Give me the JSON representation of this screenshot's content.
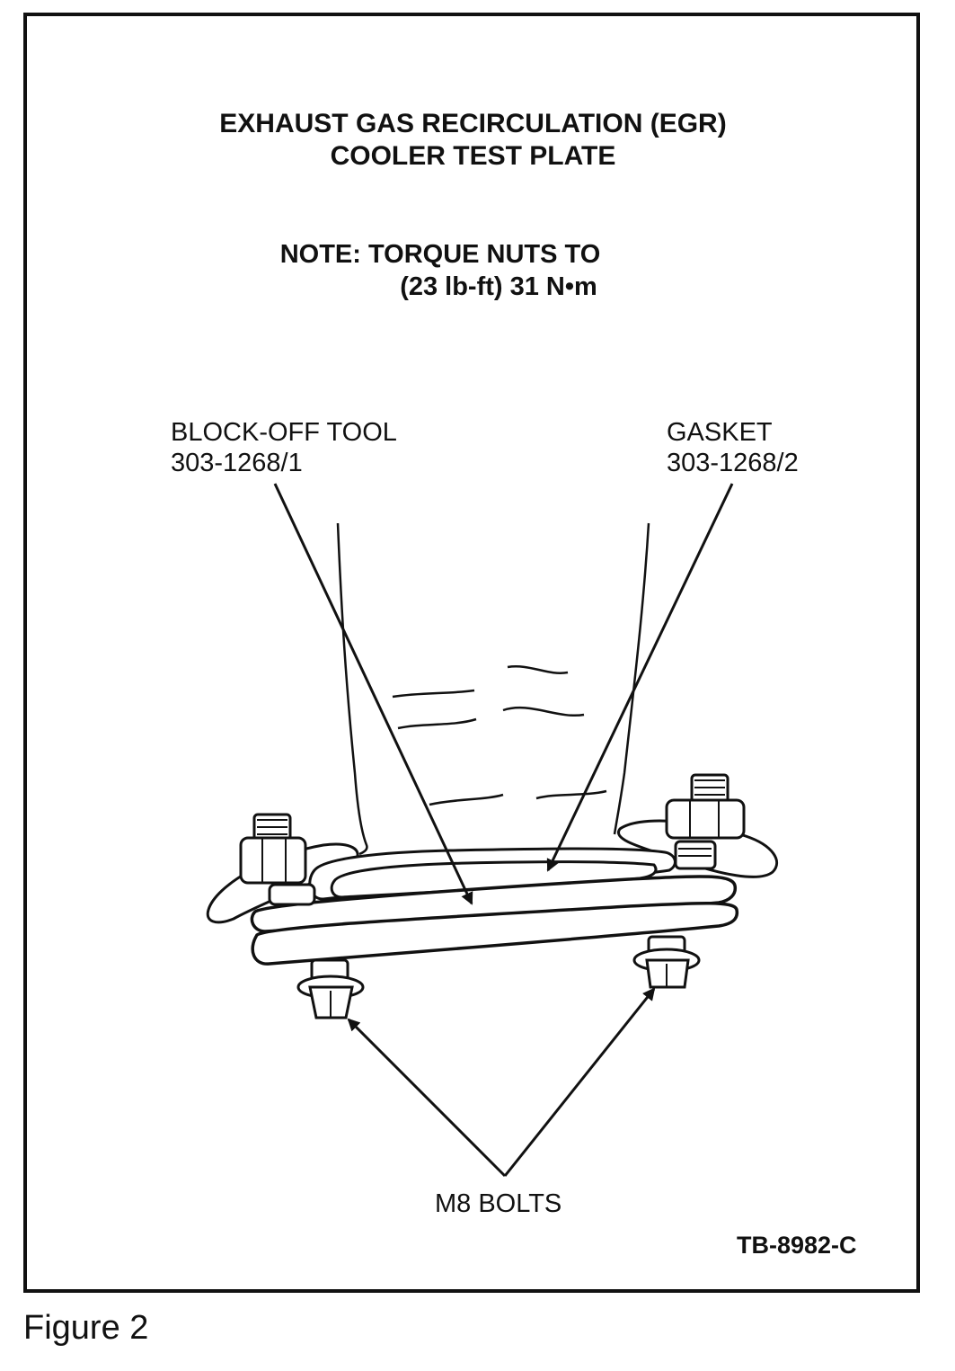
{
  "title": {
    "line1": "EXHAUST GAS RECIRCULATION (EGR)",
    "line2": "COOLER TEST PLATE"
  },
  "note": {
    "line1": "NOTE: TORQUE NUTS TO",
    "line2": "(23 lb-ft) 31 N•m"
  },
  "labels": {
    "block_off_tool": "BLOCK-OFF TOOL",
    "block_off_part": "303-1268/1",
    "gasket": "GASKET",
    "gasket_part": "303-1268/2",
    "bolts": "M8 BOLTS"
  },
  "figure_id": "TB-8982-C",
  "caption": "Figure 2"
}
